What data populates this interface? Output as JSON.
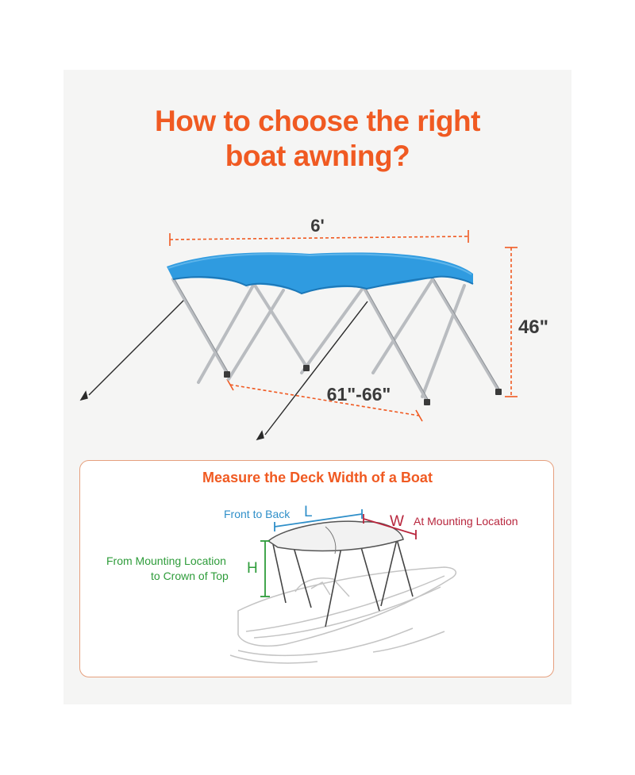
{
  "header": {
    "title_line1": "How to choose the right",
    "title_line2": "boat awning?"
  },
  "dimensions": {
    "length": "6'",
    "height": "46\"",
    "width": "61\"-66\""
  },
  "measure_card": {
    "title": "Measure the Deck Width of a Boat",
    "front_to_back": "Front to Back",
    "L": "L",
    "W": "W",
    "at_mounting": "At Mounting Location",
    "from_mounting_line1": "From Mounting Location",
    "from_mounting_line2": "to Crown of Top",
    "H": "H"
  },
  "colors": {
    "accent_orange": "#f05a22",
    "canopy_blue": "#2f9be0",
    "length_blue": "#2f8fc9",
    "width_red": "#b8263d",
    "height_green": "#2e9c3a"
  }
}
